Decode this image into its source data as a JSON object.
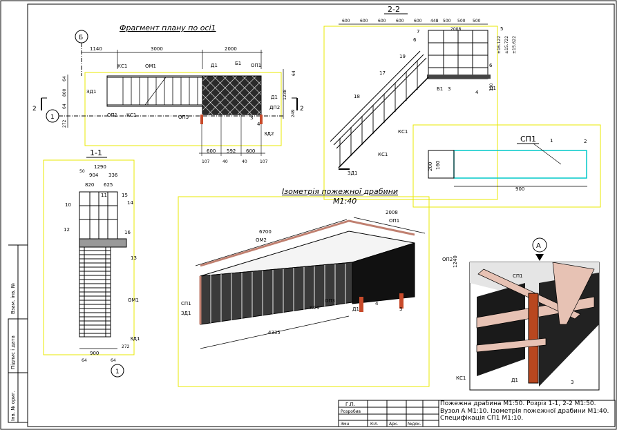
{
  "titles": {
    "plan": "Фрагмент плану по осі1",
    "section_22": "2-2",
    "section_11": "1-1",
    "iso": "Ізометрія пожежної драбини",
    "iso_scale": "М1:40",
    "sp1": "СП1"
  },
  "axis": {
    "b": "Б",
    "one": "1",
    "two": "2",
    "a": "А"
  },
  "plan_dims": {
    "top": [
      "1140",
      "3000",
      "2000"
    ],
    "left": [
      "64",
      "800",
      "64",
      "272"
    ],
    "right": [
      "64",
      "1238",
      "249"
    ],
    "bottom": [
      "600",
      "592",
      "600"
    ],
    "bottom2": [
      "107",
      "40",
      "40",
      "107"
    ]
  },
  "sec22_dims": [
    "600",
    "600",
    "600",
    "600",
    "600",
    "448",
    "500",
    "500",
    "500"
  ],
  "sec22_top": "2008",
  "sec22_right": [
    "±16.122",
    "±15.722",
    "±15.622"
  ],
  "sec22_left": "150",
  "sec11_dims": {
    "total": "1290",
    "a": "50",
    "b": "904",
    "c": "336",
    "d": "820",
    "e": "625",
    "bot": "900",
    "bl": "64",
    "br": "64",
    "bt": "272"
  },
  "sp1_dims": {
    "h": "200",
    "h2": "160",
    "w": "900"
  },
  "iso_dims": {
    "len1": "6700",
    "len2": "2008",
    "len3": "4335",
    "h": "1240"
  },
  "labels": {
    "ks1": "КС1",
    "om1": "ОМ1",
    "om2": "ОМ2",
    "zd1": "ЗД1",
    "d1": "Д1",
    "b1": "Б1",
    "op1": "ОП1",
    "op2": "ОП2",
    "op3": "ОП3",
    "sp1": "СП1",
    "dp2": "ДП2",
    "zd2": "ЗД2",
    "n3": "3",
    "n4": "4",
    "n5": "5",
    "n6": "6",
    "n7": "7",
    "n10": "10",
    "n11": "11",
    "n12": "12",
    "n13": "13",
    "n14": "14",
    "n15": "15",
    "n16": "16",
    "n17": "17",
    "n18": "18",
    "n19": "19",
    "n1": "1",
    "n2": "2"
  },
  "title_block": {
    "cells": [
      "Г.П.",
      "Розробив",
      "Змн",
      "Кіл.",
      "Арк.",
      "№док."
    ],
    "text": "Пожежна драбина М1:50. Розріз 1-1, 2-2 М1:50. Вузол А М1:10. Ізометрія пожежної драбини М1:40. Специфікація СП1 М1:10."
  },
  "side_stamp": [
    "Інв. № ориг.",
    "Підпис і дата",
    "Взам. інв. №"
  ],
  "colors": {
    "frame": "#000000",
    "viewport": "#e8e800",
    "accent": "#00c8c8",
    "detail_wood": "#e7c2b4",
    "detail_plate": "#b8471f"
  }
}
